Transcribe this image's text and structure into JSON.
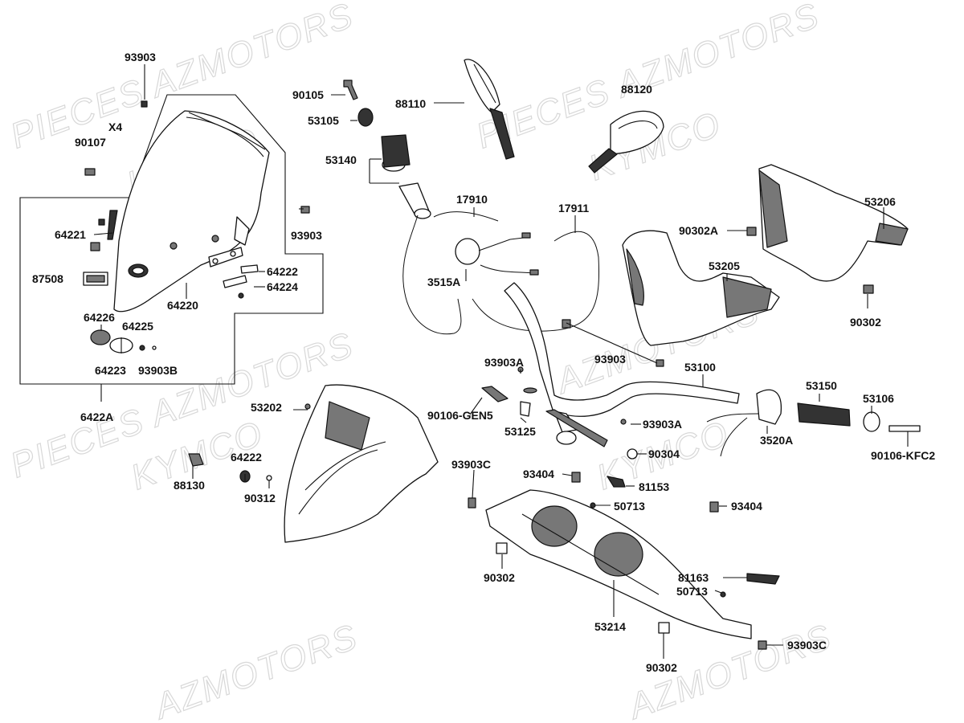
{
  "watermarks": [
    {
      "id": "wm1",
      "text": "PIECES AZMOTORS"
    },
    {
      "id": "wm2",
      "text": "KYMCO"
    },
    {
      "id": "wm3",
      "text": "PIECES AZMOTORS"
    },
    {
      "id": "wm4",
      "text": "KYMCO"
    },
    {
      "id": "wm5",
      "text": "PIECES AZMOTORS"
    },
    {
      "id": "wm6",
      "text": "KYMCO"
    },
    {
      "id": "wm7",
      "text": "AZMOTORS"
    },
    {
      "id": "wm8",
      "text": "AZMOTORS"
    },
    {
      "id": "wm9",
      "text": "AZMOTORS"
    },
    {
      "id": "wm10",
      "text": "KYMCO"
    }
  ],
  "labels": [
    {
      "id": "l01",
      "text": "93903"
    },
    {
      "id": "l02",
      "text": "X4"
    },
    {
      "id": "l03",
      "text": "90107"
    },
    {
      "id": "l04",
      "text": "93903"
    },
    {
      "id": "l05",
      "text": "64221"
    },
    {
      "id": "l06",
      "text": "87508"
    },
    {
      "id": "l07",
      "text": "64222"
    },
    {
      "id": "l08",
      "text": "64224"
    },
    {
      "id": "l09",
      "text": "64220"
    },
    {
      "id": "l10",
      "text": "64226"
    },
    {
      "id": "l11",
      "text": "64225"
    },
    {
      "id": "l12",
      "text": "64223"
    },
    {
      "id": "l13",
      "text": "93903B"
    },
    {
      "id": "l14",
      "text": "6422A"
    },
    {
      "id": "l15",
      "text": "90105"
    },
    {
      "id": "l16",
      "text": "53105"
    },
    {
      "id": "l17",
      "text": "53140"
    },
    {
      "id": "l18",
      "text": "88110"
    },
    {
      "id": "l19",
      "text": "88120"
    },
    {
      "id": "l20",
      "text": "17910"
    },
    {
      "id": "l21",
      "text": "17911"
    },
    {
      "id": "l22",
      "text": "3515A"
    },
    {
      "id": "l23",
      "text": "53206"
    },
    {
      "id": "l24",
      "text": "90302A"
    },
    {
      "id": "l25",
      "text": "53205"
    },
    {
      "id": "l26",
      "text": "90302"
    },
    {
      "id": "l27",
      "text": "93903"
    },
    {
      "id": "l28",
      "text": "93903A"
    },
    {
      "id": "l29",
      "text": "53100"
    },
    {
      "id": "l30",
      "text": "53202"
    },
    {
      "id": "l31",
      "text": "90106-GEN5"
    },
    {
      "id": "l32",
      "text": "53125"
    },
    {
      "id": "l33",
      "text": "93903A"
    },
    {
      "id": "l34",
      "text": "53150"
    },
    {
      "id": "l35",
      "text": "53106"
    },
    {
      "id": "l36",
      "text": "3520A"
    },
    {
      "id": "l37",
      "text": "90106-KFC2"
    },
    {
      "id": "l38",
      "text": "90304"
    },
    {
      "id": "l39",
      "text": "88130"
    },
    {
      "id": "l40",
      "text": "64222"
    },
    {
      "id": "l41",
      "text": "90312"
    },
    {
      "id": "l42",
      "text": "93903C"
    },
    {
      "id": "l43",
      "text": "93404"
    },
    {
      "id": "l44",
      "text": "81153"
    },
    {
      "id": "l45",
      "text": "50713"
    },
    {
      "id": "l46",
      "text": "93404"
    },
    {
      "id": "l47",
      "text": "90302"
    },
    {
      "id": "l48",
      "text": "81163"
    },
    {
      "id": "l49",
      "text": "50713"
    },
    {
      "id": "l50",
      "text": "53214"
    },
    {
      "id": "l51",
      "text": "93903C"
    },
    {
      "id": "l52",
      "text": "90302"
    }
  ]
}
